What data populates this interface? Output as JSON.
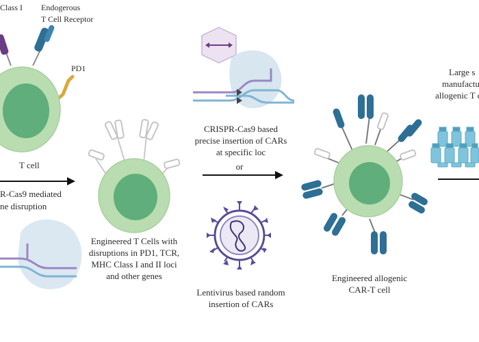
{
  "labels": {
    "mhc_class": "Class I",
    "endogenous_tcr_1": "Endogerous",
    "endogenous_tcr_2": "T Cell Receptor",
    "pd1": "PD1",
    "t_cell": "T cell",
    "crispr_mediated_1": "R-Cas9 mediated",
    "crispr_mediated_2": "ne disruption",
    "engineered_t_1": "Engineered T Cells with",
    "engineered_t_2": "disruptions in PD1, TCR,",
    "engineered_t_3": "MHC Class I and II loci",
    "engineered_t_4": "and other genes",
    "crispr_insert_1": "CRISPR-Cas9 based",
    "crispr_insert_2": "precise insertion of CARs",
    "crispr_insert_3": "at specific loc",
    "or": "or",
    "lenti_1": "Lentivirus based random",
    "lenti_2": "insertion of CARs",
    "car_t_1": "Engineered allogenic",
    "car_t_2": "CAR-T cell",
    "large_scale_1": "Large s",
    "large_scale_2": "manufactu",
    "large_scale_3": "allogenic T ce"
  },
  "colors": {
    "cell_outer": "#b9ddb0",
    "cell_inner": "#5fae7c",
    "receptor_blue": "#2e6f95",
    "receptor_purple": "#6b3b84",
    "pd1_orange": "#d9a93a",
    "dna_blue": "#7fb4d3",
    "dna_purple": "#9b86c4",
    "cas9_cloud": "#d7e6ef",
    "virus_purple": "#5a4a9a",
    "vial_blue": "#7fc4dc"
  }
}
